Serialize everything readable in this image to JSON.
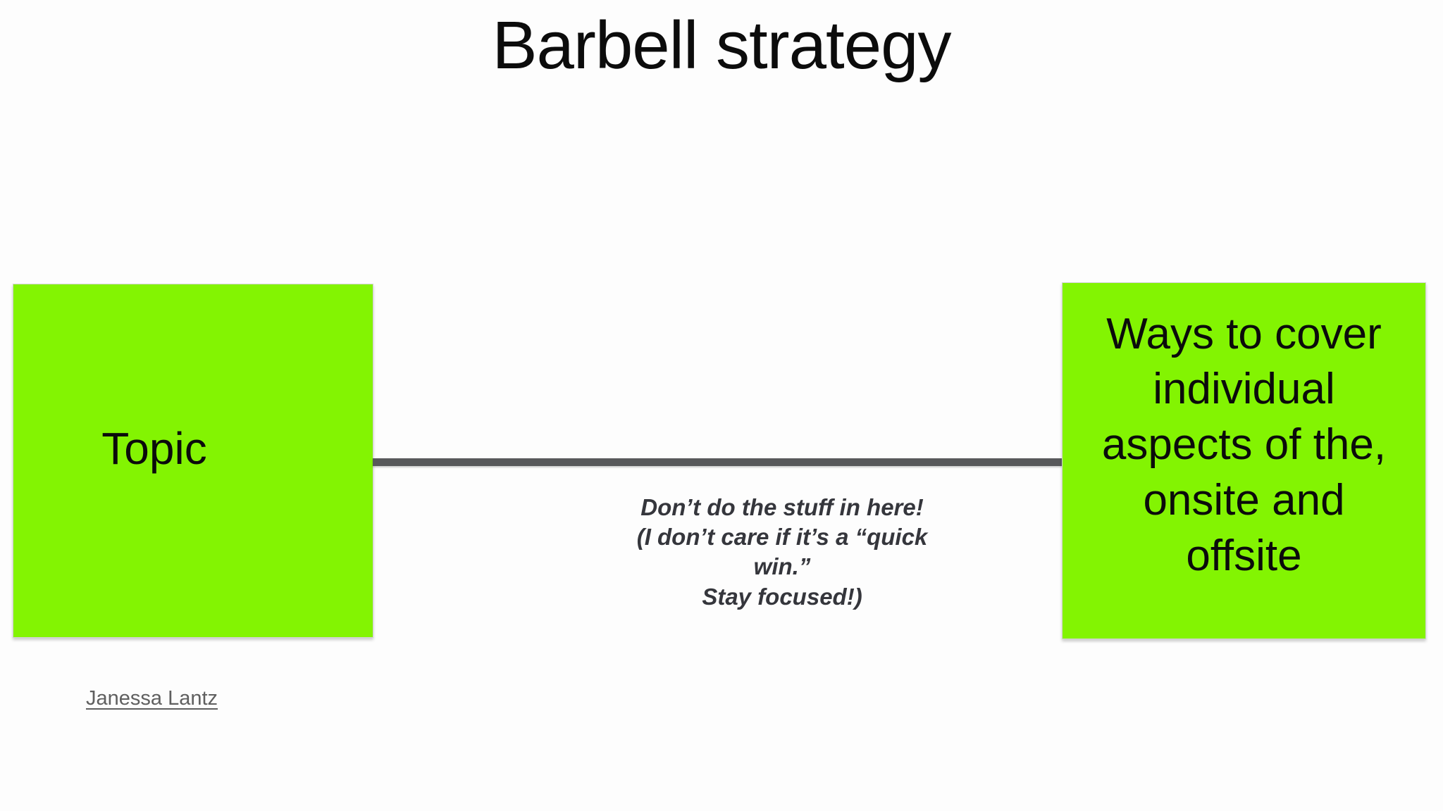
{
  "slide": {
    "title": "Barbell strategy"
  },
  "diagram": {
    "left_box": {
      "label": "Topic",
      "fill": "#83f402"
    },
    "right_box": {
      "label": "Ways to cover\nindividual\naspects of the,\nonsite and\noffsite",
      "fill": "#83f402"
    },
    "bar": {
      "color": "#58595b"
    },
    "annotation": {
      "text": "Don’t do the stuff in here!\n(I don’t care if it’s a “quick win.”\nStay focused!)",
      "color": "#35363c"
    }
  },
  "footer": {
    "attribution_link": "Janessa Lantz"
  }
}
